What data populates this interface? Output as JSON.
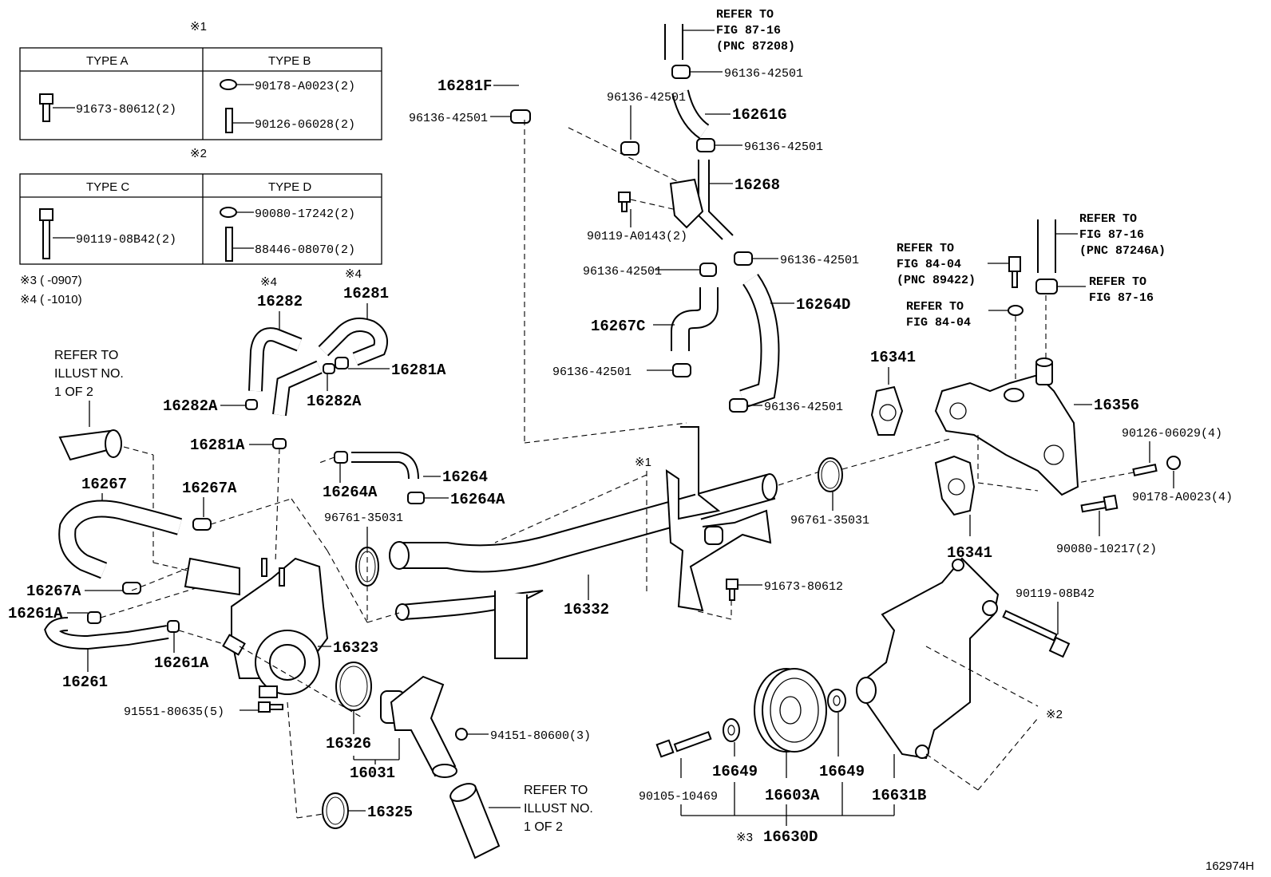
{
  "diagram_code": "162974H",
  "notes": {
    "n1": "※1",
    "n2": "※2",
    "n3": "※3 (     -0907)",
    "n4": "※4 (     -1010)"
  },
  "table1": {
    "marker": "※1",
    "type_a": "TYPE A",
    "type_b": "TYPE B",
    "a_part": "91673-80612(2)",
    "b_part1": "90178-A0023(2)",
    "b_part2": "90126-06028(2)"
  },
  "table2": {
    "marker": "※2",
    "type_c": "TYPE C",
    "type_d": "TYPE D",
    "c_part": "90119-08B42(2)",
    "d_part1": "90080-17242(2)",
    "d_part2": "88446-08070(2)"
  },
  "refs": {
    "top_line1": "REFER TO",
    "top_line2": "FIG 87-16",
    "top_line3": "(PNC 87208)",
    "right_line1": "REFER TO",
    "right_line2": "FIG 87-16",
    "right_line3": "(PNC 87246A)",
    "sensor_line1": "REFER TO",
    "sensor_line2": "FIG 84-04",
    "sensor_line3": "(PNC 89422)",
    "washer_line1": "REFER TO",
    "washer_line2": "FIG 84-04",
    "clamp_line1": "REFER TO",
    "clamp_line2": "FIG 87-16",
    "illus_left1": "REFER TO",
    "illus_left2": "ILLUST NO.",
    "illus_left3": "1 OF 2",
    "illus_bot1": "REFER TO",
    "illus_bot2": "ILLUST NO.",
    "illus_bot3": "1 OF 2"
  },
  "labels": {
    "p16281F": "16281F",
    "c96136_a": "96136-42501",
    "c96136_b": "96136-42501",
    "c96136_c": "96136-42501",
    "c96136_d": "96136-42501",
    "c96136_e": "96136-42501",
    "c96136_f": "96136-42501",
    "c96136_g": "96136-42501",
    "c96136_h": "96136-42501",
    "p16261G": "16261G",
    "p16268": "16268",
    "b90119A0143": "90119-A0143(2)",
    "p16267C": "16267C",
    "p16264D": "16264D",
    "p16282": "16282",
    "p16281": "16281",
    "p16281A_top": "16281A",
    "p16282A_l": "16282A",
    "p16282A_r": "16282A",
    "p16281A_mid": "16281A",
    "p16264": "16264",
    "p16264A_l": "16264A",
    "p16264A_r": "16264A",
    "p16267": "16267",
    "p16267A_top": "16267A",
    "p16267A_low": "16267A",
    "p16261A_l": "16261A",
    "p16261A_r": "16261A",
    "p16261": "16261",
    "g96761_l": "96761-35031",
    "g96761_r": "96761-35031",
    "p16332": "16332",
    "p16323": "16323",
    "b91551": "91551-80635(5)",
    "p16326": "16326",
    "p16031": "16031",
    "n94151": "94151-80600(3)",
    "p16325": "16325",
    "b91673": "91673-80612",
    "p16341_top": "16341",
    "p16341_bot": "16341",
    "p16356": "16356",
    "s90126": "90126-06029(4)",
    "n90178": "90178-A0023(4)",
    "b90080": "90080-10217(2)",
    "b90119_08B42": "90119-08B42",
    "b90105": "90105-10469",
    "p16649_l": "16649",
    "p16649_r": "16649",
    "p16603A": "16603A",
    "p16631B": "16631B",
    "n3_marker": "※3",
    "p16630D": "16630D",
    "m1_center": "※1",
    "m2_right": "※2",
    "m4_a": "※4",
    "m4_b": "※4"
  }
}
